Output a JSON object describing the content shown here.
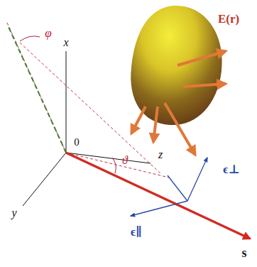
{
  "diagram": {
    "labels": [
      "E(r)",
      "x",
      "φ",
      "0",
      "y",
      "z",
      "ϑ",
      "ϵ⊥",
      "ϵ∥",
      "s"
    ]
  }
}
